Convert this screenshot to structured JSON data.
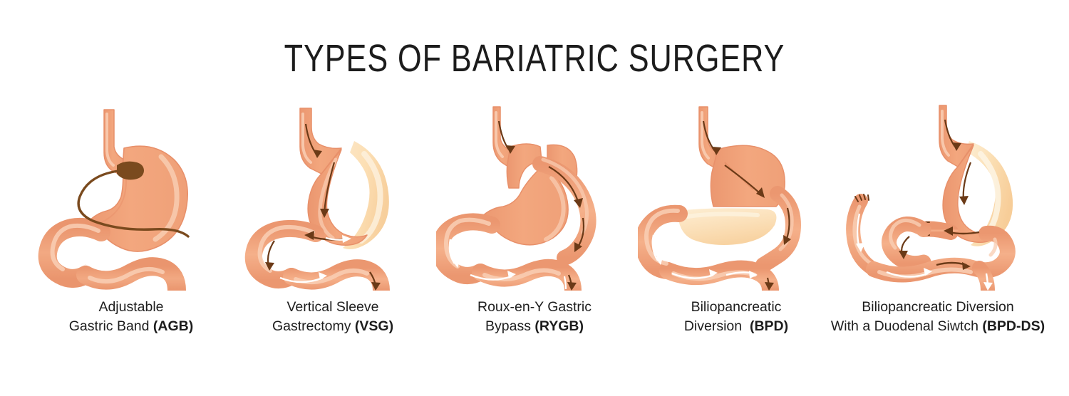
{
  "title": "TYPES OF BARIATRIC SURGERY",
  "background_color": "#ffffff",
  "title_color": "#1c1c1c",
  "palette": {
    "organ_fill": "#f3a57b",
    "organ_fill_light": "#f7bb99",
    "organ_highlight": "#f9cfb5",
    "organ_edge": "#e8906a",
    "organ_shadow": "#eb9270",
    "removed_tissue": "#fadfb6",
    "removed_tissue_light": "#fdeed3",
    "arrow_food": "#6b3a17",
    "arrow_juice": "#ffffff",
    "band_color": "#7a4a1e",
    "suture_color": "#6b3a17",
    "caption_color": "#1d1d1d"
  },
  "procedures": [
    {
      "id": "agb",
      "name": "Adjustable Gastric Band",
      "abbr": "(AGB)",
      "caption_line1": "Adjustable",
      "caption_line2_text": "Gastric Band ",
      "caption_line2_abbr": "(AGB)",
      "features": [
        "esophagus",
        "full-stomach",
        "adjustable-band",
        "band-tubing",
        "duodenum",
        "jejunum"
      ]
    },
    {
      "id": "vsg",
      "name": "Vertical Sleeve Gastrectomy",
      "abbr": "(VSG)",
      "caption_line1": "Vertical Sleeve",
      "caption_line2_text": "Gastrectomy ",
      "caption_line2_abbr": "(VSG)",
      "features": [
        "esophagus",
        "sleeve-stomach",
        "removed-stomach-portion",
        "food-arrow",
        "juice-arrow",
        "duodenum",
        "jejunum"
      ]
    },
    {
      "id": "rygb",
      "name": "Roux-en-Y Gastric Bypass",
      "abbr": "(RYGB)",
      "caption_line1": "Roux-en-Y Gastric",
      "caption_line2_text": "Bypass ",
      "caption_line2_abbr": "(RYGB)",
      "features": [
        "esophagus",
        "gastric-pouch",
        "bypassed-stomach",
        "roux-limb",
        "food-arrow",
        "juice-arrow",
        "duodenum",
        "jejunum"
      ]
    },
    {
      "id": "bpd",
      "name": "Biliopancreatic Diversion",
      "abbr": "(BPD)",
      "caption_line1": "Biliopancreatic",
      "caption_line2_text": "Diversion  ",
      "caption_line2_abbr": "(BPD)",
      "features": [
        "esophagus",
        "upper-stomach-pouch",
        "removed-stomach-portion",
        "alimentary-limb",
        "food-arrow",
        "juice-arrow",
        "duodenum",
        "jejunum"
      ]
    },
    {
      "id": "bpd-ds",
      "name": "Biliopancreatic Diversion With a Duodenal Siwtch",
      "abbr": "(BPD-DS)",
      "caption_line1": "Biliopancreatic Diversion",
      "caption_line2_text": "With a Duodenal Siwtch ",
      "caption_line2_abbr": "(BPD-DS)",
      "features": [
        "esophagus",
        "sleeve-stomach",
        "removed-stomach-portion",
        "duodenal-stump",
        "suture-line",
        "alimentary-limb",
        "biliopancreatic-limb",
        "food-arrow",
        "juice-arrow",
        "jejunum"
      ]
    }
  ]
}
